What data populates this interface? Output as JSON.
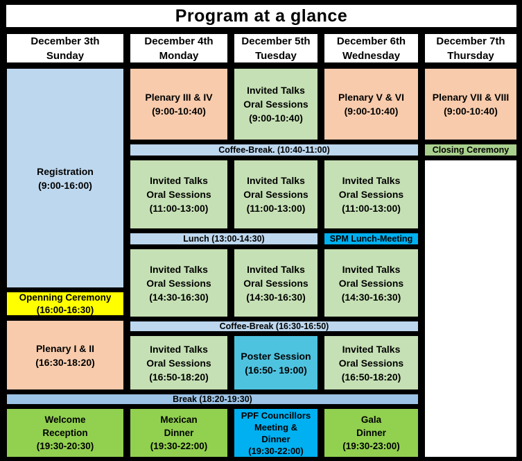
{
  "title": "Program at a glance",
  "columns": [
    {
      "date": "December 3th",
      "day": "Sunday"
    },
    {
      "date": "December 4th",
      "day": "Monday"
    },
    {
      "date": "December 5th",
      "day": "Tuesday"
    },
    {
      "date": "December 6th",
      "day": "Wednesday"
    },
    {
      "date": "December 7th",
      "day": "Thursday"
    }
  ],
  "events": {
    "registration": "Registration\n(9:00-16:00)",
    "opening_ceremony": "Openning Ceremony\n(16:00-16:30)",
    "plenary_1_2": "Plenary I & II\n(16:30-18:20)",
    "plenary_3_4": "Plenary III & IV\n(9:00-10:40)",
    "plenary_5_6": "Plenary V & VI\n(9:00-10:40)",
    "plenary_7_8": "Plenary VII & VIII\n(9:00-10:40)",
    "invited_0900": "Invited Talks\nOral Sessions\n(9:00-10:40)",
    "coffee_break_am": "Coffee-Break. (10:40-11:00)",
    "closing_ceremony": "Closing Ceremony",
    "invited_1100": "Invited Talks\nOral Sessions\n(11:00-13:00)",
    "lunch": "Lunch (13:00-14:30)",
    "spm_lunch_meeting": "SPM Lunch-Meeting",
    "invited_1430": "Invited Talks\nOral Sessions\n(14:30-16:30)",
    "coffee_break_pm": "Coffee-Break (16:30-16:50)",
    "invited_1650": "Invited Talks\nOral Sessions\n(16:50-18:20)",
    "poster_session": "Poster Session\n(16:50- 19:00)",
    "break_evening": "Break (18:20-19:30)",
    "welcome_reception": "Welcome\nReception\n(19:30-20:30)",
    "mexican_dinner": "Mexican\nDinner\n(19:30-22:00)",
    "ppf_councillors": "PPF Councillors\nMeeting &\nDinner\n(19:30-22:00)",
    "gala_dinner": "Gala\nDinner\n(19:30-23:00)"
  },
  "colors": {
    "background": "#000000",
    "header_cells": "#FFFFFF",
    "plenary": "#F7CBAC",
    "invited_talks": "#C5E0B4",
    "registration_and_breaks": "#BDD7EE",
    "evening_break": "#9DC3E6",
    "opening_ceremony": "#FFFF00",
    "special_azure": "#00B0F0",
    "poster_session": "#4EC3E0",
    "dinners": "#92D050",
    "closing_ceremony": "#A9D18E"
  }
}
